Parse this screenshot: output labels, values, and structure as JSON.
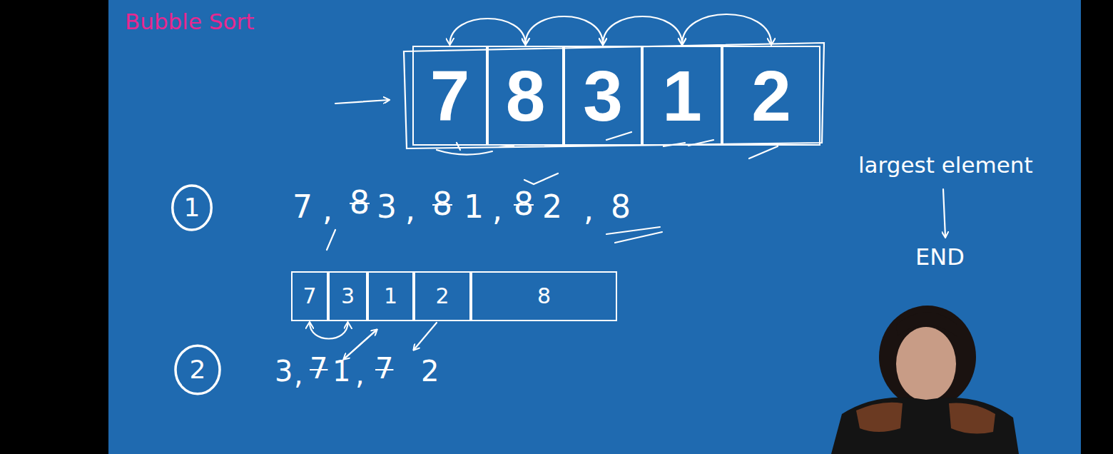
{
  "diagram": {
    "title": "Bubble Sort",
    "nodes": [
      {
        "text": [
          "7"
        ]
      },
      {
        "text": [
          "8"
        ]
      },
      {
        "text": [
          "3"
        ]
      },
      {
        "text": [
          "1"
        ]
      },
      {
        "text": [
          "2"
        ]
      },
      {
        "text": [
          "7"
        ]
      },
      {
        "text": [
          "3"
        ]
      },
      {
        "text": [
          "1"
        ]
      },
      {
        "text": [
          "2"
        ]
      },
      {
        "text": [
          "8"
        ]
      },
      {
        "text": [
          "1"
        ]
      },
      {
        "text": [
          "2"
        ]
      }
    ],
    "edges": [
      {
        "from": 0,
        "to": 1,
        "arrow": "both"
      },
      {
        "from": 1,
        "to": 2,
        "arrow": "both"
      },
      {
        "from": 2,
        "to": 3,
        "arrow": "both"
      },
      {
        "from": 3,
        "to": 4,
        "arrow": "both"
      },
      {
        "from": 5,
        "to": 6,
        "arrow": "both"
      }
    ],
    "labels": [
      "7",
      ",",
      "8",
      "3",
      ",",
      "8",
      "1",
      ",",
      "8",
      "2",
      ",",
      "8",
      "3",
      ",",
      "7",
      "1",
      ",",
      "7",
      "2",
      "largest element",
      "END"
    ]
  }
}
